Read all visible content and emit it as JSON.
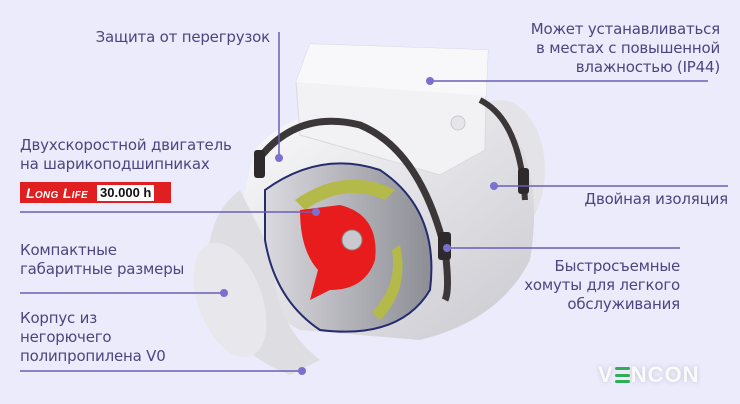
{
  "callouts": {
    "overload": "Защита от перегрузок",
    "motor": "Двухскоростной двигатель\nна шарикоподшипниках",
    "compact": "Компактные\nгабаритные размеры",
    "housing": "Корпус из\nнегорючего\nполипропилена V0",
    "humidity": "Может устанавливаться\nв местах с повышенной\nвлажностью (IP44)",
    "insulation": "Двойная изоляция",
    "clamps": "Быстросъемные\nхомуты для легкого\nобслуживания"
  },
  "badge": {
    "label": "Long Life",
    "hours": "30.000 h",
    "color": "#e02020"
  },
  "logo": {
    "prefix": "V",
    "suffix": "NCON",
    "accent": "#2fae56"
  },
  "colors": {
    "background": "#ecebfb",
    "text": "#4b4580",
    "leader": "#6a5fb8",
    "dot": "#7b6fd0"
  }
}
